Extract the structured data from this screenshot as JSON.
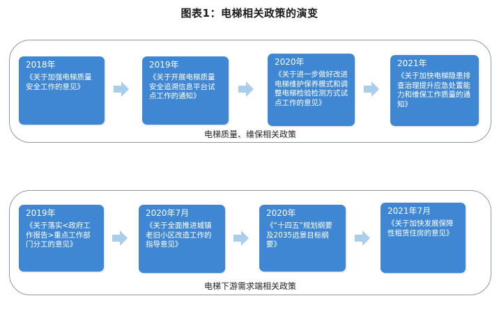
{
  "title": "图表1：电梯相关政策的演变",
  "panels": [
    {
      "caption": "电梯质量、维保相关政策",
      "cards": [
        {
          "year": "2018年",
          "text": "《关于加强电梯质量安全工作的意见》"
        },
        {
          "year": "2019年",
          "text": "《关于开展电梯质量安全追溯信息平台试点工作的通知》"
        },
        {
          "year": "2020年",
          "text": "《关于进一步做好改进电梯维护保养模式和调整电梯检验检测方式试点工作的意见》"
        },
        {
          "year": "2021年",
          "text": "《关于加快电梯隐患排查治理提升应急处置能力和维保工作质量的通知》"
        }
      ]
    },
    {
      "caption": "电梯下游需求端相关政策",
      "cards": [
        {
          "year": "2019年",
          "text": "《关于落实<政府工作报告>重点工作部门分工的意见》"
        },
        {
          "year": "2020年7月",
          "text": "《关于全面推进城镇老旧小区改造工作的指导意见》"
        },
        {
          "year": "2020年",
          "text": "《“十四五”规划纲要及2035远景目标纲要》"
        },
        {
          "year": "2021年7月",
          "text": "《关于加快发展保障性租赁住房的意见》"
        }
      ]
    }
  ],
  "colors": {
    "card": "#3f86d3",
    "arrow": "#a9cdeb",
    "border": "#8c97a8"
  },
  "icons": {
    "arrow": "right-arrow-icon"
  }
}
